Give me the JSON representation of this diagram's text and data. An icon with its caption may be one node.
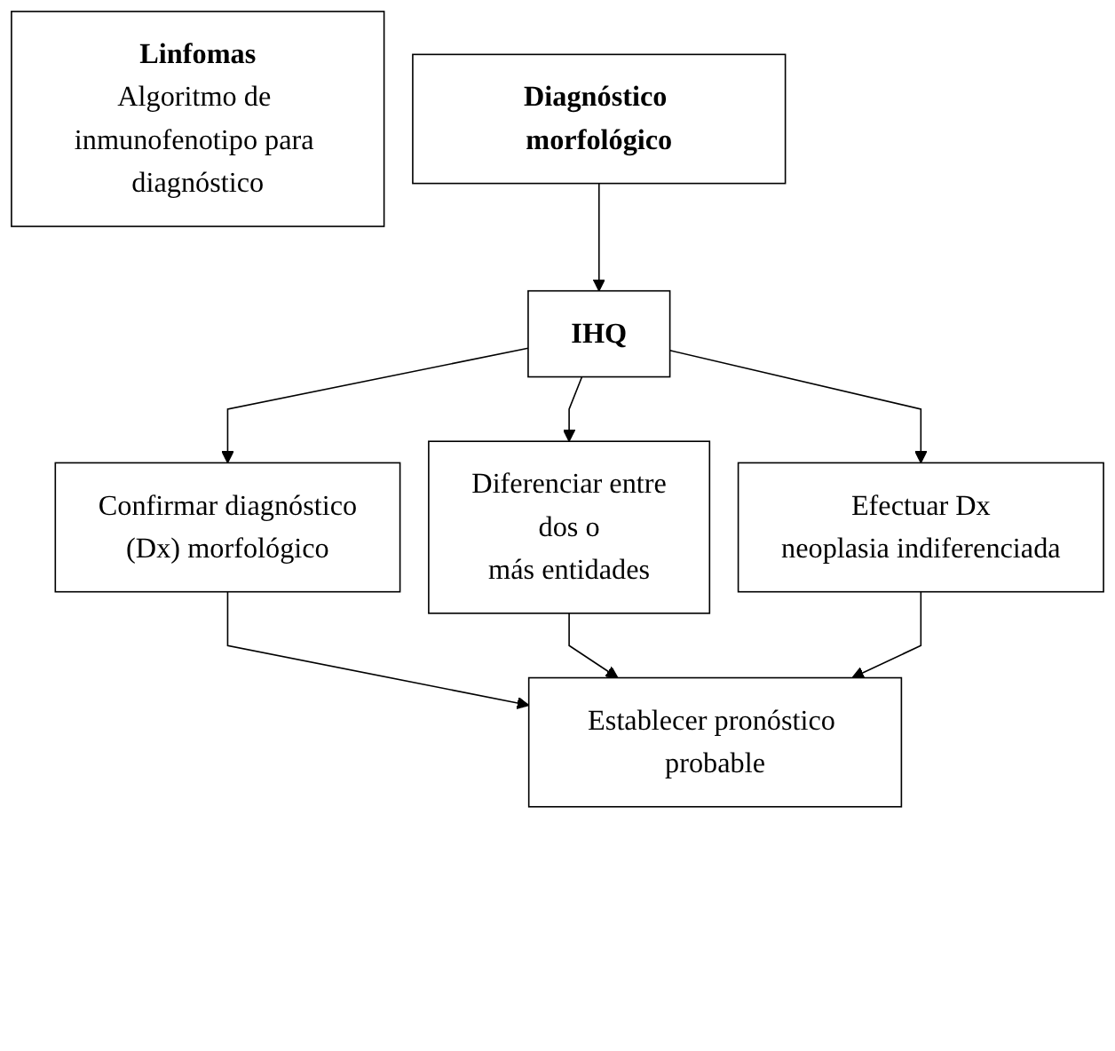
{
  "diagram": {
    "nodes": [
      {
        "text": [
          "Linfomas",
          "Algoritmo de inmunofenotipo para diagnóstico"
        ]
      },
      {
        "text": [
          "Diagnóstico morfológico"
        ]
      },
      {
        "text": [
          "IHQ"
        ]
      },
      {
        "text": [
          "Confirmar diagnóstico (Dx) morfológico"
        ]
      },
      {
        "text": [
          "Diferenciar entre dos o más entidades"
        ]
      },
      {
        "text": [
          "Efectuar Dx neoplasia indiferenciada"
        ]
      },
      {
        "text": [
          "Establecer pronóstico probable"
        ]
      }
    ],
    "edges": [
      {
        "from": 1,
        "to": 2,
        "arrow": "to"
      },
      {
        "from": 2,
        "to": 3,
        "arrow": "to"
      },
      {
        "from": 2,
        "to": 4,
        "arrow": "to"
      },
      {
        "from": 2,
        "to": 5,
        "arrow": "to"
      },
      {
        "from": 3,
        "to": 6,
        "arrow": "to"
      },
      {
        "from": 4,
        "to": 6,
        "arrow": "to"
      },
      {
        "from": 5,
        "to": 6,
        "arrow": "to"
      }
    ]
  }
}
